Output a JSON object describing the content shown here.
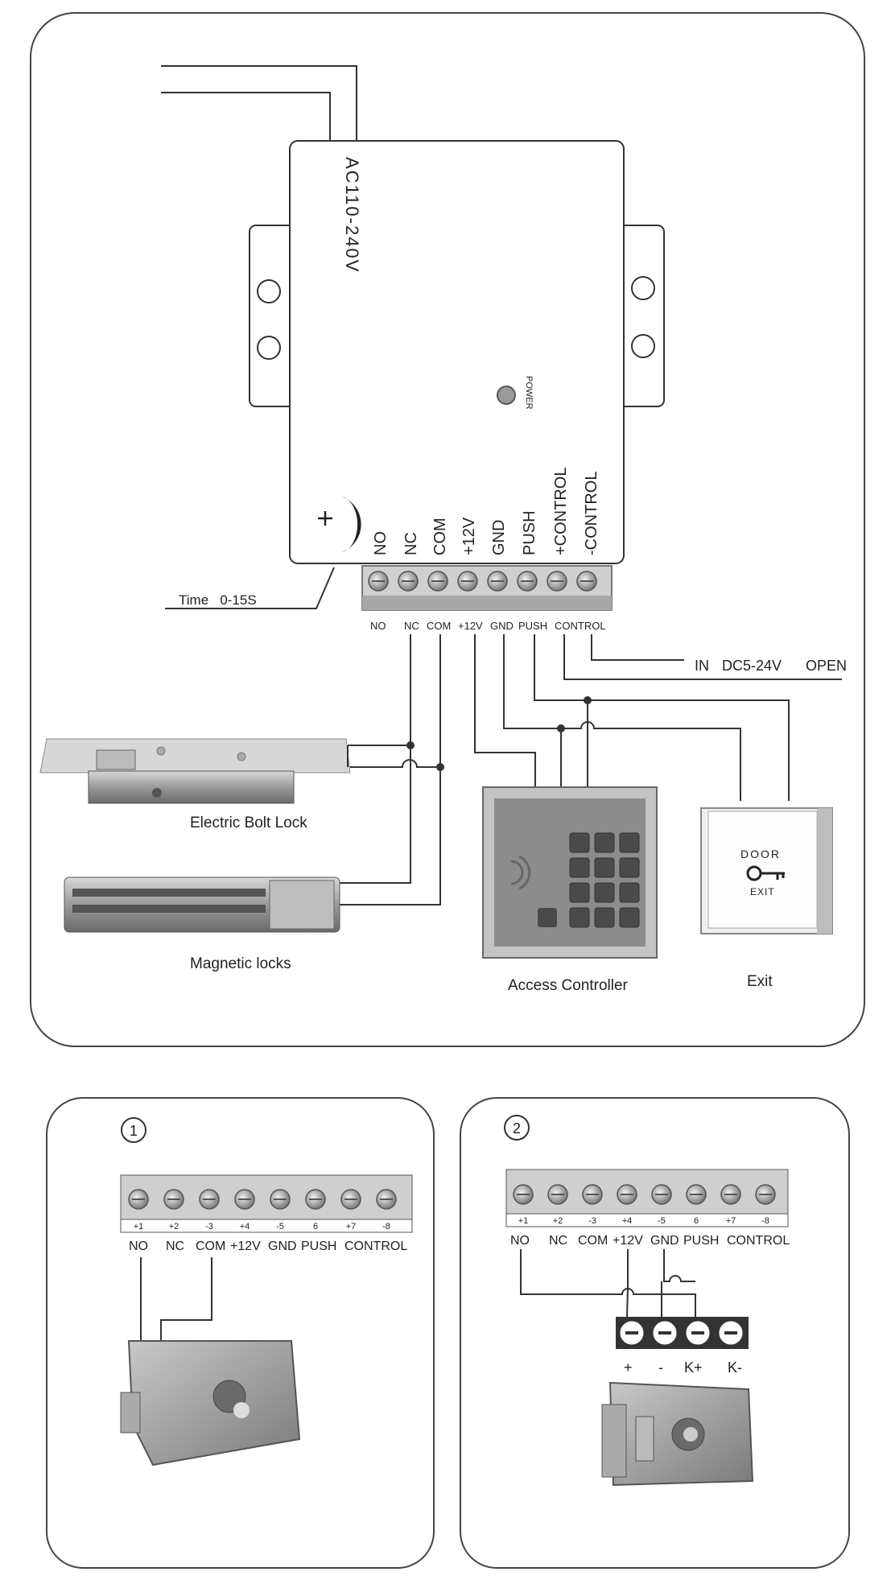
{
  "main": {
    "ac_label": "AC110-240V",
    "power_label": "POWER",
    "time_label": "Time   0-15S",
    "vertical_terminals": [
      "NO",
      "NC",
      "COM",
      "+12V",
      "GND",
      "PUSH",
      "+CONTROL",
      "-CONTROL"
    ],
    "terminal_labels": [
      "NO",
      "NC",
      "COM",
      "+12V",
      "GND",
      "PUSH",
      "CONTROL"
    ],
    "in_label": "IN",
    "dc_label": "DC5-24V",
    "open_label": "OPEN",
    "bolt_label": "Electric Bolt Lock",
    "mag_label": "Magnetic locks",
    "access_label": "Access Controller",
    "exit_label": "Exit",
    "exit_button": {
      "top": "DOOR",
      "bottom": "EXIT"
    }
  },
  "panel1": {
    "number": "1",
    "pin_numbers": [
      "+1",
      "+2",
      "-3",
      "+4",
      "-5",
      "6",
      "+7",
      "-8"
    ],
    "terminal_labels": [
      "NO",
      "NC",
      "COM",
      "+12V",
      "GND",
      "PUSH",
      "CONTROL"
    ]
  },
  "panel2": {
    "number": "2",
    "pin_numbers": [
      "+1",
      "+2",
      "-3",
      "+4",
      "-5",
      "6",
      "+7",
      "-8"
    ],
    "terminal_labels": [
      "NO",
      "NC",
      "COM",
      "+12V",
      "GND",
      "PUSH",
      "CONTROL"
    ],
    "lock_terminals": [
      "+",
      "-",
      "K+",
      "K-"
    ]
  }
}
